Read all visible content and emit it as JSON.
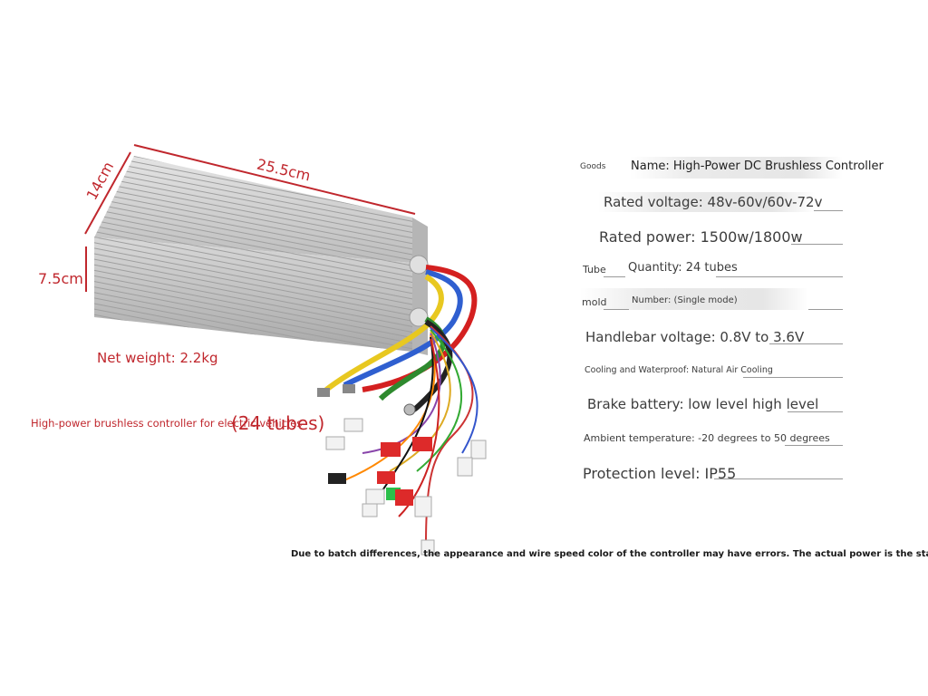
{
  "dimensions": {
    "length": "25.5cm",
    "width": "14cm",
    "height": "7.5cm"
  },
  "net_weight": "Net weight: 2.2kg",
  "caption_main": "High-power brushless controller for electric vehicles",
  "caption_tubes": "(24 tubes)",
  "specs": {
    "goods_label": "Goods",
    "name": "Name: High-Power DC Brushless Controller",
    "rated_voltage": "Rated voltage: 48v-60v/60v-72v",
    "rated_power": "Rated power: 1500w/1800w",
    "tube_label": "Tube",
    "quantity": "Quantity: 24 tubes",
    "mold_label": "mold",
    "number": "Number: (Single mode)",
    "handlebar_voltage": "Handlebar voltage: 0.8V to 3.6V",
    "cooling": "Cooling and Waterproof: Natural Air Cooling",
    "brake": "Brake battery: low level high level",
    "ambient": "Ambient temperature: -20 degrees to 50 degrees",
    "protection": "Protection level: IP55"
  },
  "disclaimer": "Due to batch differences, the appearance and wire speed color of the controller may have errors. The actual power is the standard!",
  "colors": {
    "accent_red": "#c0272d",
    "casing": "#c8c8c8"
  }
}
